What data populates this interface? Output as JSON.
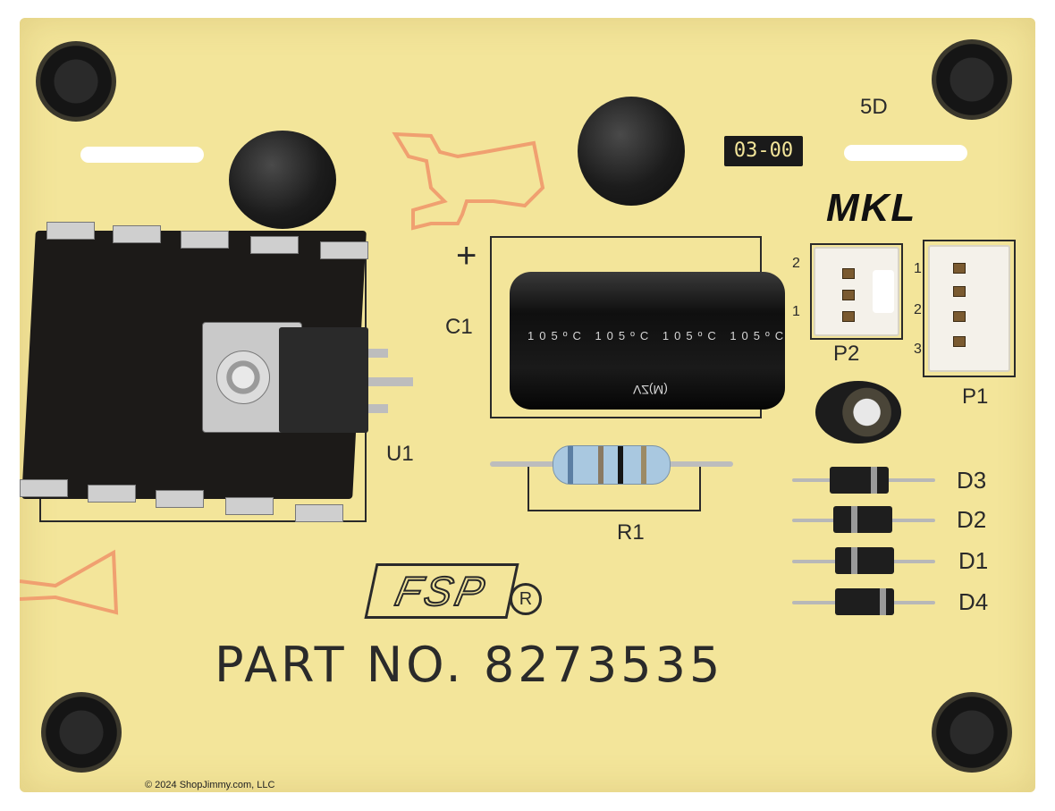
{
  "labels": {
    "board_code": "5D",
    "date_code": "03-00",
    "handwriting": "MKL",
    "plus_sign": "+",
    "c1": "C1",
    "p2": "P2",
    "p1": "P1",
    "u1": "U1",
    "r1": "R1",
    "d3": "D3",
    "d2": "D2",
    "d1": "D1",
    "d4": "D4",
    "p2_pin2": "2",
    "p2_pin1": "1",
    "p1_pin1": "1",
    "p1_pin2": "2",
    "p1_pin3": "3",
    "logo": "FSP",
    "registered": "R",
    "part_number": "PART NO. 8273535",
    "copyright": "© 2024 ShopJimmy.com, LLC",
    "cap_text": "105ºC 105ºC 105ºC 105ºC",
    "cap_brand": "VZ(M)"
  },
  "colors": {
    "board": "#f3e59a",
    "silkscreen": "#2a2a2a",
    "component_black": "#1c1c1c",
    "trace_orange": "#f0a070",
    "resistor_body": "#a9c8e0"
  }
}
